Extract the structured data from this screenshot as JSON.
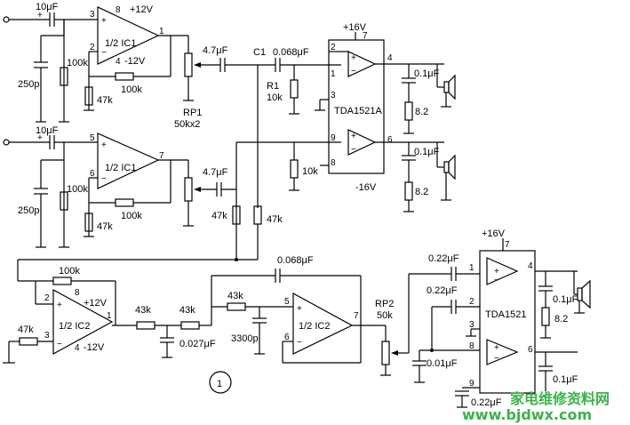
{
  "ic1_top": {
    "pin_in_plus": "3",
    "pin_in_minus": "2",
    "pin_vp": "8",
    "pin_vn": "4",
    "pin_out": "1",
    "vplus": "+12V",
    "vminus": "-12V",
    "name": "1/2  IC1"
  },
  "ic1_bot": {
    "pin_in_plus": "5",
    "pin_in_minus": "6",
    "pin_out": "7",
    "name": "1/2  IC1"
  },
  "ic2_left": {
    "pin_in_minus": "2",
    "pin_in_plus": "3",
    "pin_vp": "8",
    "pin_vn": "4",
    "pin_out": "1",
    "vplus": "+12V",
    "vminus": "-12V",
    "name": "1/2  IC2"
  },
  "ic2_right": {
    "pin_in_plus": "5",
    "pin_in_minus": "6",
    "pin_out": "7",
    "name": "1/2  IC2"
  },
  "tda_a": {
    "vplus": "+16V",
    "vminus": "-16V",
    "pin_vp": "7",
    "pins": [
      "2",
      "1",
      "3",
      "4",
      "9",
      "8",
      "6"
    ],
    "name": "TDA1521A"
  },
  "tda_b": {
    "vplus": "+16V",
    "pin_vp": "7",
    "pins": [
      "1",
      "2",
      "3",
      "4",
      "8",
      "6",
      "9"
    ],
    "name": "TDA1521"
  },
  "labels": {
    "c_in1": "10μF",
    "c_in2": "10μF",
    "r100k_a": "100k",
    "r100k_b": "100k",
    "r47k_a": "47k",
    "r47k_b": "47k",
    "r100k_fb1": "100k",
    "r100k_fb2": "100k",
    "c250_1": "250p",
    "c250_2": "250p",
    "c47_1": "4.7μF",
    "c47_2": "4.7μF",
    "c1": "C1",
    "c068": "0.068μF",
    "r1": "R1",
    "r10k_1": "10k",
    "r10k_2": "10k",
    "rp1": "RP1",
    "rp1_val": "50kx2",
    "r47_mid": "47k",
    "r47_mid2": "47k",
    "c01_1": "0.1μF",
    "c01_2": "0.1μF",
    "r82_1": "8.2",
    "r82_2": "8.2",
    "r100k_ic2": "100k",
    "r47k_ic2": "47k",
    "r43k_1": "43k",
    "r43k_2": "43k",
    "r43k_3": "43k",
    "c0027": "0.027μF",
    "c3300": "3300p",
    "c068_top": "0.068μF",
    "rp2": "RP2",
    "rp2_val": "50k",
    "c022_1": "0.22μF",
    "c022_2": "0.22μF",
    "c001": "0.01μF",
    "c01_b": "0.1μF",
    "c01_b2": "0.1μF",
    "r82_b": "8.2",
    "c022_3": "0.22μF",
    "circle_num": "1"
  },
  "watermark": {
    "cn": "家电维修资料网",
    "url": "www.bjdwx.com"
  }
}
